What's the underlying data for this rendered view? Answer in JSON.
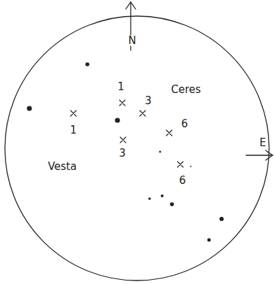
{
  "diagram": {
    "labels": [
      "N",
      "1",
      "3",
      "Ceres",
      "1",
      "6",
      "E",
      "3",
      "6",
      "Vesta"
    ]
  }
}
